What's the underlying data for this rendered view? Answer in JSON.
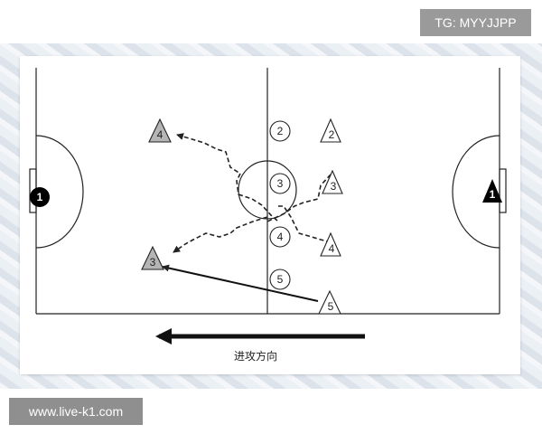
{
  "header": {
    "tag": "TG: MYYJJPP"
  },
  "footer": {
    "watermark": "www.live-k1.com"
  },
  "diagram": {
    "caption": "进攻方向",
    "goalkeepers": {
      "left": "1",
      "right": "1"
    },
    "circle_players": [
      "2",
      "3",
      "4",
      "5"
    ],
    "triangle_players_right": [
      "2",
      "3",
      "4",
      "5"
    ],
    "triangle_players_left": [
      "4",
      "3"
    ]
  },
  "colors": {
    "line": "#222222",
    "gray_triangle": "#b5b5b5",
    "goalkeeper": "#000000"
  }
}
